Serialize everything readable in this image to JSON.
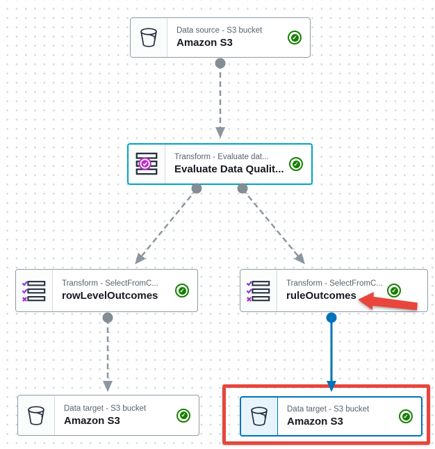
{
  "canvas": {
    "description": "AWS Glue Studio visual job graph",
    "colors": {
      "selected_transform_border": "#00a1c9",
      "selected_target_border": "#0073bb",
      "active_edge_blue": "#0073bb",
      "edge_gray": "#8d969e",
      "status_green": "#178000",
      "annotation_red": "#e8463c",
      "icon_stroke": "#232f3e",
      "dq_magenta": "#b92cc6",
      "select_purple": "#8f3be8"
    }
  },
  "nodes": [
    {
      "id": "data-source",
      "type_label": "Data source - S3 bucket",
      "name": "Amazon S3",
      "icon": "s3-bucket-icon",
      "status": "success",
      "selected": false
    },
    {
      "id": "evaluate-dq",
      "type_label": "Transform - Evaluate dat...",
      "name": "Evaluate Data Qualit...",
      "icon": "evaluate-data-quality-icon",
      "status": "success",
      "selected": true
    },
    {
      "id": "row-level-outcomes",
      "type_label": "Transform - SelectFromC...",
      "name": "rowLevelOutcomes",
      "icon": "select-from-collection-icon",
      "status": "success",
      "selected": false
    },
    {
      "id": "rule-outcomes",
      "type_label": "Transform - SelectFromC...",
      "name": "ruleOutcomes",
      "icon": "select-from-collection-icon",
      "status": "success",
      "selected": false
    },
    {
      "id": "data-target-left",
      "type_label": "Data target - S3 bucket",
      "name": "Amazon S3",
      "icon": "s3-bucket-icon",
      "status": "success",
      "selected": false
    },
    {
      "id": "data-target-right",
      "type_label": "Data target - S3 bucket",
      "name": "Amazon S3",
      "icon": "s3-bucket-icon",
      "status": "success",
      "selected": true
    }
  ],
  "status_glyph": "✓",
  "edges": [
    {
      "from": "data-source",
      "to": "evaluate-dq",
      "style": "dashed-gray"
    },
    {
      "from": "evaluate-dq",
      "to": "row-level-outcomes",
      "style": "dashed-gray"
    },
    {
      "from": "evaluate-dq",
      "to": "rule-outcomes",
      "style": "dashed-gray"
    },
    {
      "from": "row-level-outcomes",
      "to": "data-target-left",
      "style": "dashed-gray"
    },
    {
      "from": "rule-outcomes",
      "to": "data-target-right",
      "style": "solid-blue"
    }
  ],
  "annotations": {
    "red_arrow": {
      "points_at": "ruleOutcomes",
      "color": "#e8463c"
    },
    "highlight_box": {
      "around": "data-target-right",
      "color": "#e8463c"
    }
  }
}
